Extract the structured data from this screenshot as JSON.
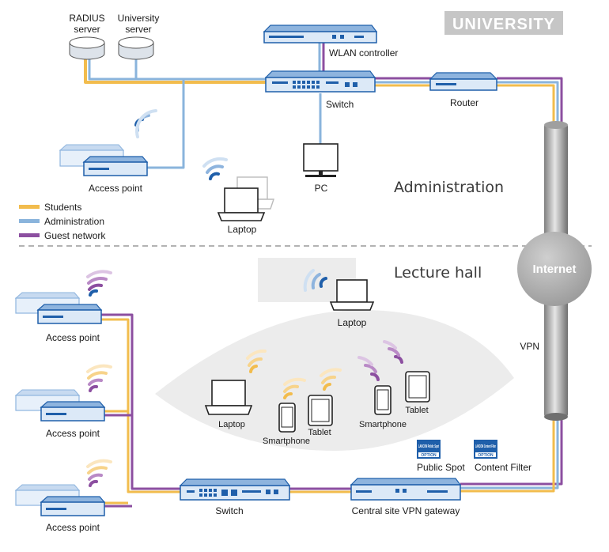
{
  "title": "UNIVERSITY",
  "zones": {
    "administration": "Administration",
    "lecture_hall": "Lecture hall"
  },
  "legend": [
    {
      "label": "Students",
      "color": "#f2bc4d"
    },
    {
      "label": "Administration",
      "color": "#8ab4dc"
    },
    {
      "label": "Guest network",
      "color": "#8c4fa0"
    }
  ],
  "nodes": {
    "radius_server": [
      "RADIUS",
      "server"
    ],
    "university_server": [
      "University",
      "server"
    ],
    "wlan_controller": "WLAN controller",
    "switch_admin": "Switch",
    "router": "Router",
    "pc": "PC",
    "access_point_admin": "Access point",
    "laptop_admin": "Laptop",
    "internet": "Internet",
    "vpn": "VPN",
    "laptop_hall_top": "Laptop",
    "laptop_hall": "Laptop",
    "smartphone_students": "Smartphone",
    "tablet_students": "Tablet",
    "smartphone_guest": "Smartphone",
    "tablet_guest": "Tablet",
    "access_point_1": "Access point",
    "access_point_2": "Access point",
    "access_point_3": "Access point",
    "switch_hall": "Switch",
    "vpn_gateway": "Central site VPN gateway",
    "public_spot": "Public Spot",
    "content_filter": "Content Filter"
  },
  "option_badges": [
    {
      "product": "LANCOM Public Spot",
      "tag": "OPTION"
    },
    {
      "product": "LANCOM Content Filter",
      "tag": "OPTION"
    }
  ],
  "colors": {
    "students": "#f2bc4d",
    "administration": "#8ab4dc",
    "guest": "#8c4fa0",
    "device_blue": "#1f5faa",
    "device_fill": "#dce9f7",
    "banner": "#c6c6c6",
    "internet_cloud": "#b3b3b3"
  }
}
